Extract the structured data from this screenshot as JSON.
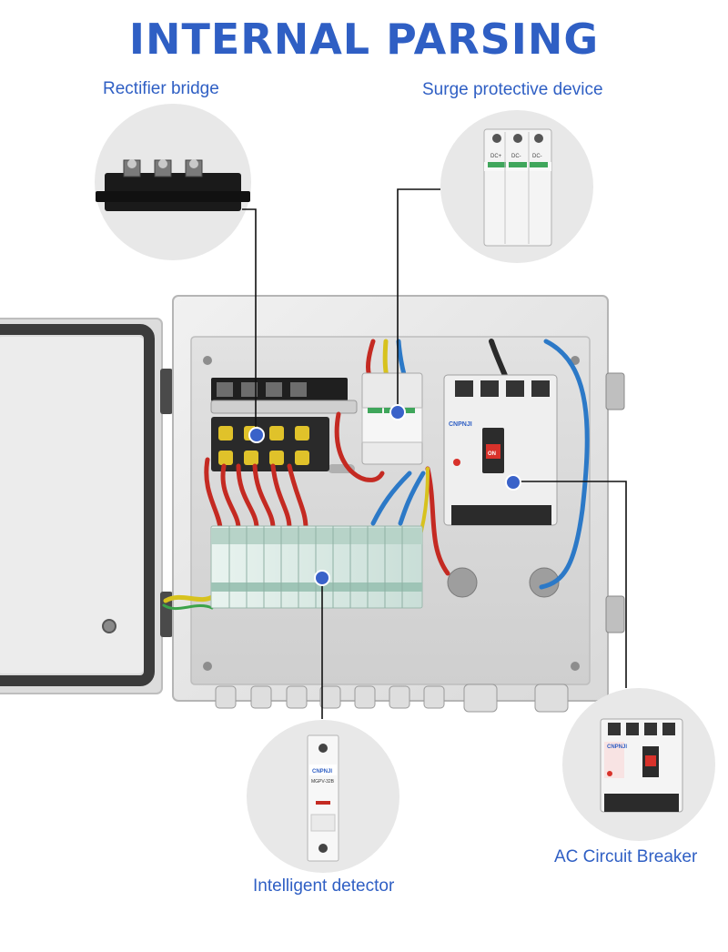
{
  "title": "INTERNAL PARSING",
  "labels": {
    "rectifier_bridge": "Rectifier bridge",
    "surge_protective_device": "Surge protective device",
    "intelligent_detector": "Intelligent detector",
    "ac_circuit_breaker": "AC Circuit Breaker"
  },
  "product_text": {
    "brand": "CNPNJI",
    "detector_model": "MGPV-32B",
    "breaker_on": "ON",
    "spd_terminal_labels": [
      "DC+",
      "DC-",
      "DC-"
    ]
  },
  "colors": {
    "accent": "#2f5fc4",
    "callout_dot": "#3a62c9",
    "callout_line": "#111111",
    "circle_bg": "#e8e8e8"
  }
}
